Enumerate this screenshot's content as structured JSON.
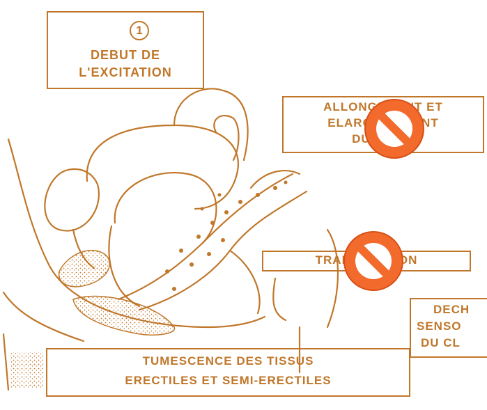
{
  "stage": {
    "number": "1",
    "title_line1": "DEBUT DE",
    "title_line2": "L'EXCITATION"
  },
  "labels": {
    "vagina_line1": "ALLONGEMENT ET",
    "vagina_line2": "ELARGISSEMENT",
    "vagina_line3": "DU VAGIN",
    "transudation": "TRANSUDATION",
    "clitoris_line1": "DECH",
    "clitoris_line2": "SENSO",
    "clitoris_line3": "DU CL",
    "tissue_line1": "TUMESCENCE DES TISSUS",
    "tissue_line2": "ERECTILES ET SEMI-ERECTILES"
  },
  "colors": {
    "ink": "#c0772a",
    "prohibit_fill": "#f26a2c",
    "prohibit_stroke": "#d84f16"
  },
  "icons": [
    "prohibited-icon",
    "prohibited-icon"
  ]
}
